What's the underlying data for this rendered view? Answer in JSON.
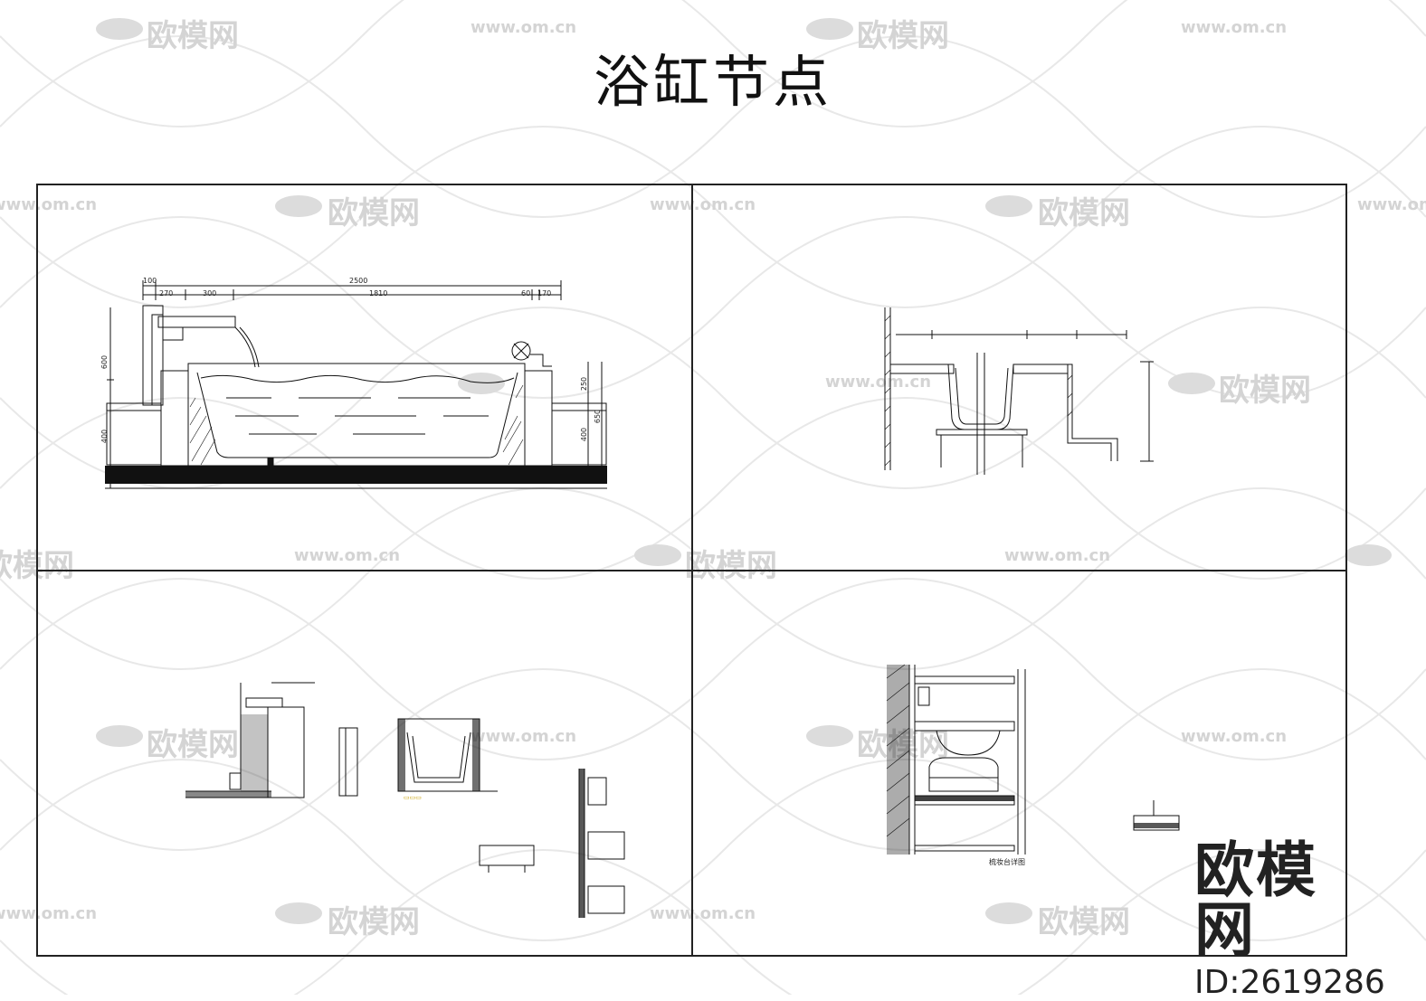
{
  "title": "浴缸节点",
  "brand": {
    "name": "欧模网",
    "id": "ID:2619286"
  },
  "watermark": {
    "logo_text": "欧模网",
    "url_text": "www.om.cn"
  },
  "panels": {
    "p1": {
      "dimensions": {
        "total": "2500",
        "d100": "100",
        "d270": "270",
        "d300": "300",
        "d1810": "1810",
        "d60": "60",
        "d170": "170",
        "v600": "600",
        "v400a": "400",
        "v250": "250",
        "v650": "650",
        "v400b": "400"
      }
    },
    "p4": {
      "caption": "梳妆台详图"
    }
  },
  "colors": {
    "line": "#111111",
    "accent_yellow": "#d4a800",
    "watermark": "#c8c8c8"
  }
}
